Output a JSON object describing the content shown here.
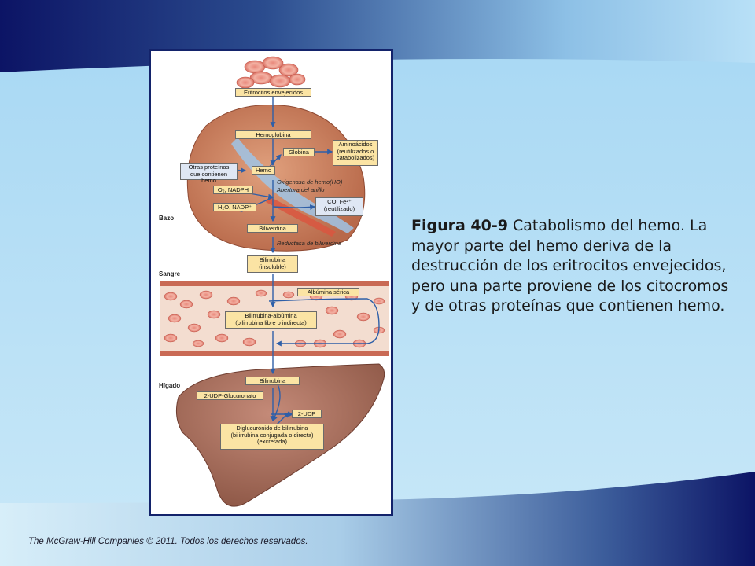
{
  "figure": {
    "labels": {
      "eritrocitos": "Eritrocitos envejecidos",
      "hemoglobina": "Hemoglobina",
      "globina": "Globina",
      "aminoacidos": "Aminoácidos\n(reutilizados o\ncatabolizados)",
      "otras_proteinas": "Otras proteínas\nque contienen hemo",
      "hemo": "Hemo",
      "o2_nadph": "O₂, NADPH",
      "h2o_nadp": "H₂O, NADP⁺",
      "co_fe": "CO, Fe²⁺\n(reutilizado)",
      "biliverdina": "Biliverdina",
      "bilirrubina_insoluble": "Bilirrubina\n(insoluble)",
      "albumina": "Albúmina sérica",
      "bilirrubina_albumina": "Bilirrubina-albúmina\n(bilirrubina libre o indirecta)",
      "bilirrubina_higado": "Bilirrubina",
      "udp_glucuronato": "2-UDP-Glucuronato",
      "udp": "2-UDP",
      "diglucuronido": "Diglucurónido de bilirrubina\n(bilirrubina conjugada o directa)\n(excretada)"
    },
    "notes": {
      "oxigenasa": "Oxigenasa de hemo(HO)",
      "abertura": "Abertura del anillo",
      "reductasa": "Reductasa de biliverdina"
    },
    "sides": {
      "bazo": "Bazo",
      "sangre": "Sangre",
      "higado": "Hígado"
    }
  },
  "caption": {
    "number": "Figura 40-9",
    "text": " Catabolismo del hemo. La mayor parte del hemo deriva de la destrucción de los eritrocitos envejecidos, pero una parte proviene de los citocromos y de otras proteínas que contienen hemo."
  },
  "footer": "The McGraw-Hill Companies © 2011. Todos los derechos reservados.",
  "colors": {
    "navy": "#0c1465",
    "sky": "#a9d8f2",
    "label_fill": "#fbe4a4",
    "arrow": "#2e5fa8"
  }
}
